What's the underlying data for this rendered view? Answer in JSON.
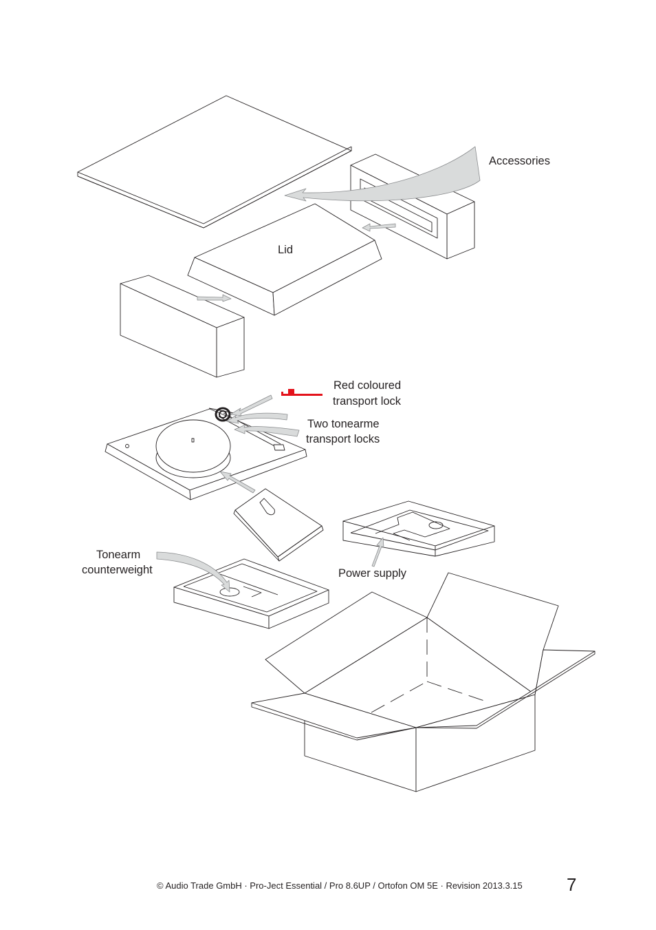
{
  "labels": {
    "accessories": "Accessories",
    "lid": "Lid",
    "red_lock_line1": "Red coloured",
    "red_lock_line2": "transport lock",
    "tonearm_locks_line1": "Two tonearme",
    "tonearm_locks_line2": "transport locks",
    "counterweight_line1": "Tonearm",
    "counterweight_line2": "counterweight",
    "power_supply": "Power supply"
  },
  "footer": {
    "text": "© Audio Trade GmbH · Pro-Ject Essential  / Pro 8.6UP / Ortofon OM 5E · Revision 2013.3.15",
    "page_number": "7"
  },
  "colors": {
    "line": "#231f20",
    "arrow_fill": "#d9dbdb",
    "transport_lock": "#e3121b"
  }
}
